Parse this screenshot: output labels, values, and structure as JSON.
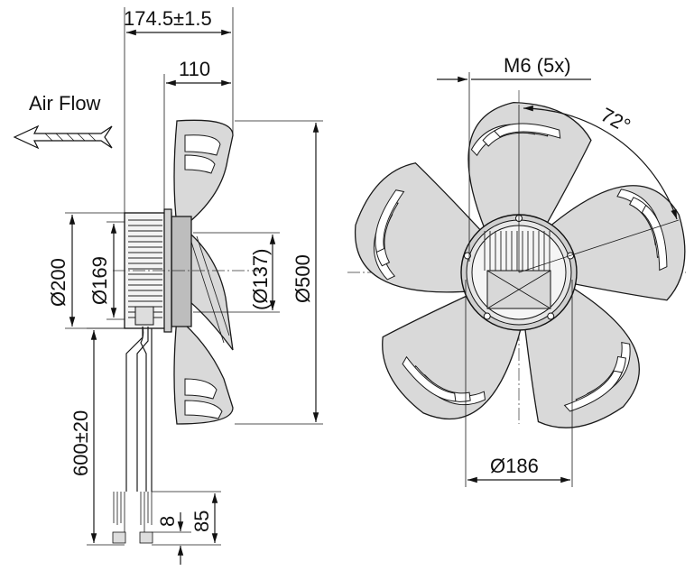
{
  "dimensions": {
    "overall_depth": "174.5±1.5",
    "hub_depth": "110",
    "air_flow": "Air Flow",
    "housing_diameter": "Ø200",
    "flange_diameter": "Ø169",
    "hub_diameter": "(Ø137)",
    "fan_diameter": "Ø500",
    "cable_length": "600±20",
    "strip_length_short": "8",
    "strip_length_long": "85",
    "mounting_thread": "M6 (5x)",
    "angle": "72°",
    "bolt_circle": "Ø186"
  }
}
